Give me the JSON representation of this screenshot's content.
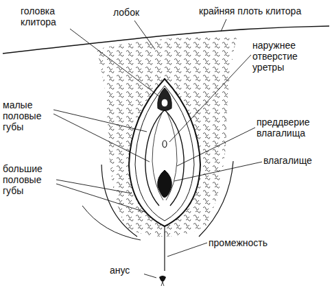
{
  "diagram": {
    "labels": [
      "головка клитора",
      "лобок",
      "крайняя плоть клитора",
      "наружнее отверстие уретры",
      "малые половые губы",
      "преддверие влагалища",
      "влагалище",
      "большие половые губы",
      "промежность",
      "анус"
    ]
  }
}
